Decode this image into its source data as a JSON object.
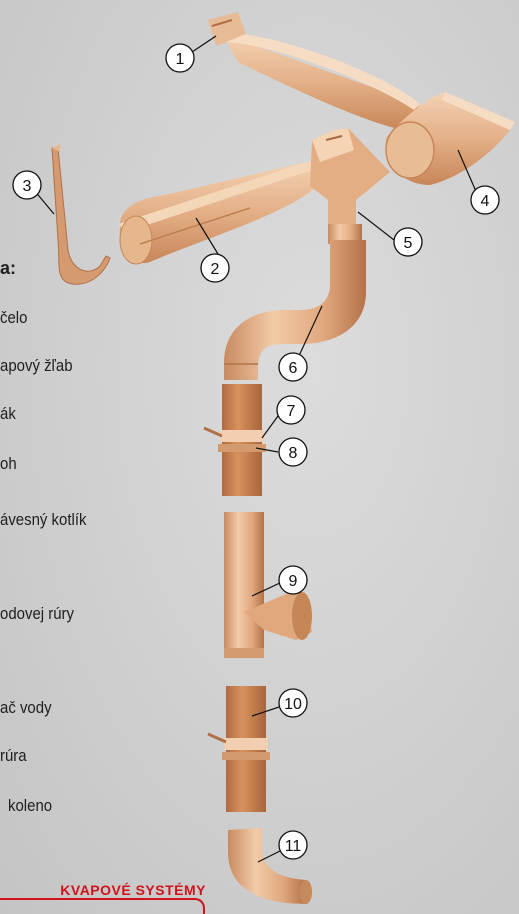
{
  "legend": {
    "title": "a:",
    "items": [
      "čelo",
      "apový žľab",
      "ák",
      "oh",
      "ávesný kotlík",
      "odovej rúry",
      "ač vody",
      "rúra",
      "koleno"
    ]
  },
  "callouts": [
    "1",
    "2",
    "3",
    "4",
    "5",
    "6",
    "7",
    "8",
    "9",
    "10",
    "11"
  ],
  "brand": {
    "label": "KVAPOVÉ SYSTÉMY"
  },
  "colors": {
    "background": "#d4d4d4",
    "copper_light": "#f0c8a4",
    "copper_mid": "#dca47a",
    "copper_dark": "#b87650",
    "brand_red": "#d0121b"
  }
}
